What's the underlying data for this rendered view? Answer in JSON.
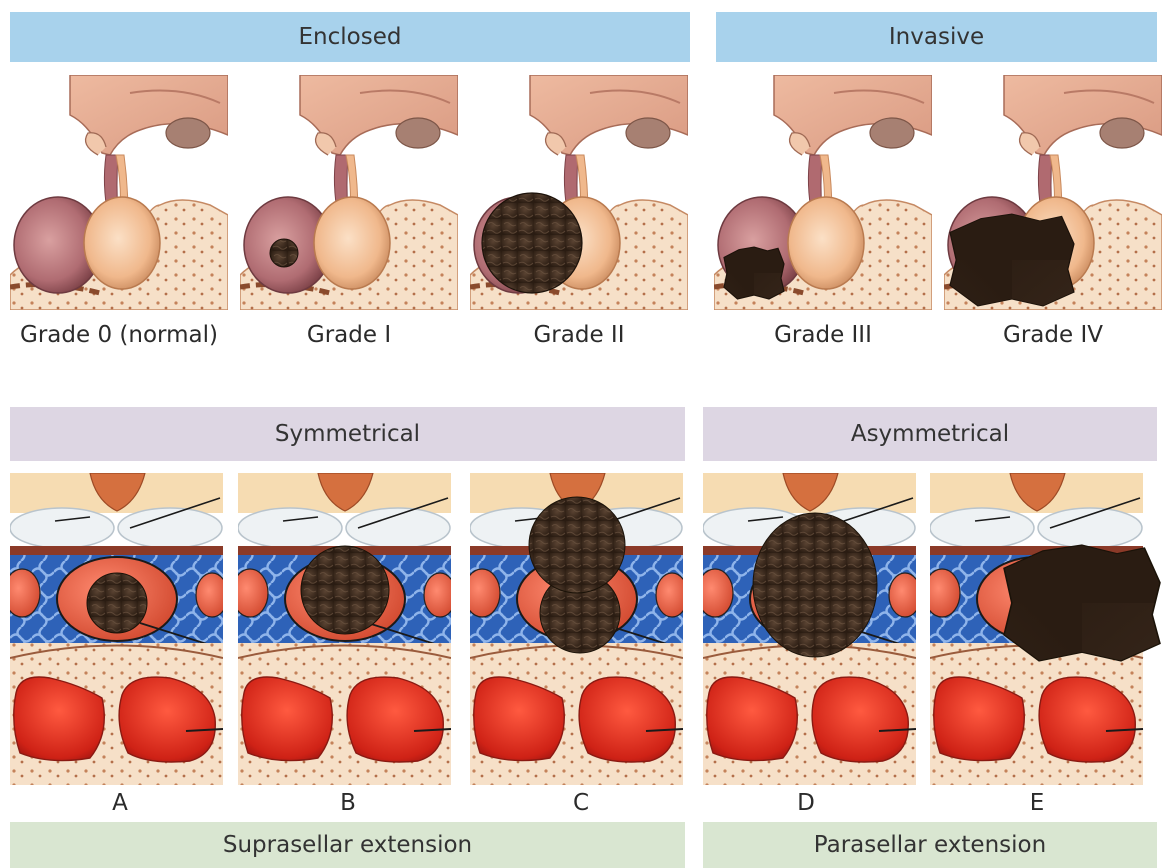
{
  "top_headers": {
    "enclosed": "Enclosed",
    "invasive": "Invasive"
  },
  "grades": [
    {
      "label": "Grade 0 (normal)",
      "tumor": "none"
    },
    {
      "label": "Grade I",
      "tumor": "small"
    },
    {
      "label": "Grade II",
      "tumor": "filling"
    },
    {
      "label": "Grade III",
      "tumor": "eroding"
    },
    {
      "label": "Grade IV",
      "tumor": "extensive"
    }
  ],
  "middle_headers": {
    "symmetrical": "Symmetrical",
    "asymmetrical": "Asymmetrical"
  },
  "stages": [
    {
      "label": "A",
      "tumor": "intrasellar-small"
    },
    {
      "label": "B",
      "tumor": "intrasellar-filling"
    },
    {
      "label": "C",
      "tumor": "suprasellar"
    },
    {
      "label": "D",
      "tumor": "suprasellar-lateral"
    },
    {
      "label": "E",
      "tumor": "parasellar"
    }
  ],
  "bottom_headers": {
    "suprasellar": "Suprasellar extension",
    "parasellar": "Parasellar extension"
  },
  "colors": {
    "header_blue": "#a8d2ec",
    "header_lavender": "#ddd6e3",
    "header_green": "#d9e6d1",
    "tumor": "#3b2a1c",
    "pituitary_posterior": "#f2bf94",
    "pituitary_anterior": "#b9767a",
    "bone": "#f4dcc0"
  }
}
